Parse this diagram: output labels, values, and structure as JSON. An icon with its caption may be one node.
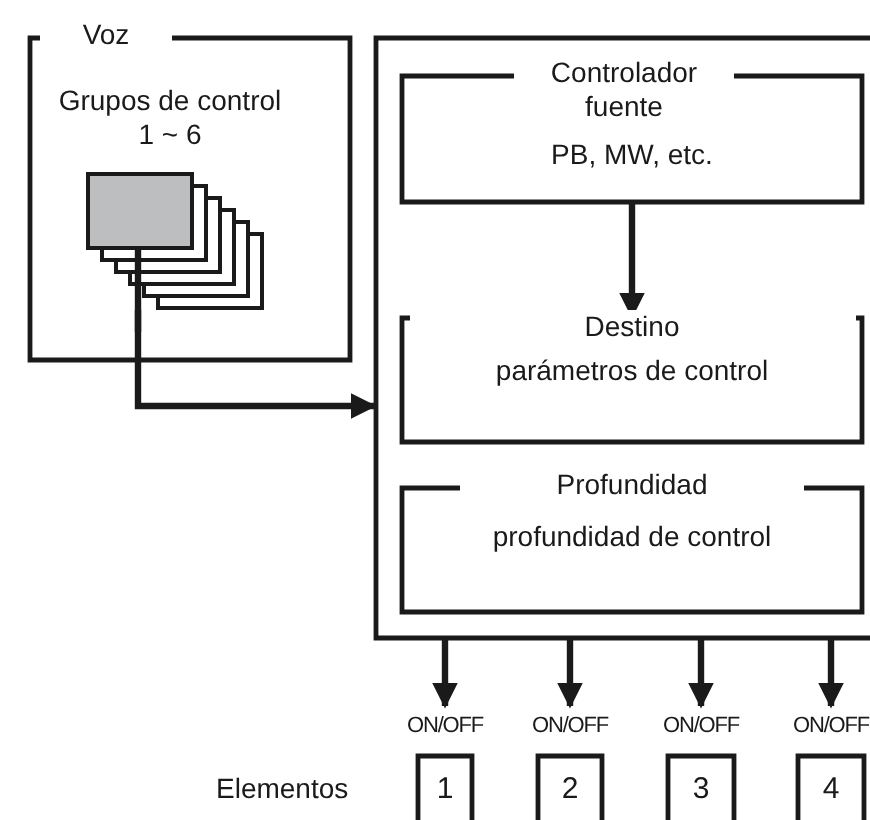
{
  "diagram": {
    "nodes": [
      {
        "text": [
          "Voz"
        ]
      },
      {
        "text": [
          "Grupos de control 1 ~ 6"
        ],
        "in": 0
      },
      {
        "text": [],
        "shape": "box"
      },
      {
        "text": [
          "Controlador fuente",
          "PB, MW, etc."
        ],
        "in": 2
      },
      {
        "text": [
          "Destino",
          "parámetros de control"
        ],
        "in": 2
      },
      {
        "text": [
          "Profundidad",
          "profundidad de control"
        ],
        "in": 2
      },
      {
        "text": [
          "1"
        ],
        "beside": [
          "ON/OFF"
        ]
      },
      {
        "text": [
          "2"
        ],
        "beside": [
          "ON/OFF"
        ]
      },
      {
        "text": [
          "3"
        ],
        "beside": [
          "ON/OFF"
        ]
      },
      {
        "text": [
          "4"
        ],
        "beside": [
          "ON/OFF"
        ]
      }
    ],
    "edges": [
      {
        "from": 1,
        "to": 2,
        "arrow": "to"
      },
      {
        "from": 3,
        "to": 4,
        "arrow": "to"
      },
      {
        "from": 2,
        "to": 6,
        "arrow": "to"
      },
      {
        "from": 2,
        "to": 7,
        "arrow": "to"
      },
      {
        "from": 2,
        "to": 8,
        "arrow": "to"
      },
      {
        "from": 2,
        "to": 9,
        "arrow": "to"
      }
    ],
    "labels": [
      "Elementos"
    ]
  }
}
